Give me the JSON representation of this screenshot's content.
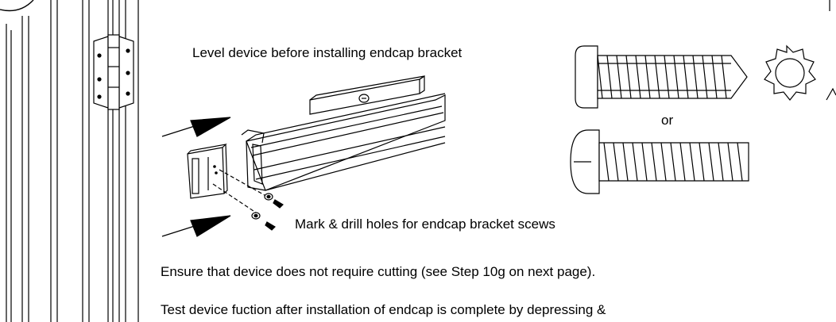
{
  "instructions": {
    "level_device": "Level device before installing endcap bracket",
    "or_label": "or",
    "mark_drill": "Mark & drill holes for endcap bracket scews",
    "ensure_no_cutting": "Ensure that device does not require cutting (see Step 10g on next page).",
    "test_function": "Test device fuction after installation of endcap is complete by depressing &"
  },
  "colors": {
    "line": "#000000",
    "background": "#ffffff"
  }
}
